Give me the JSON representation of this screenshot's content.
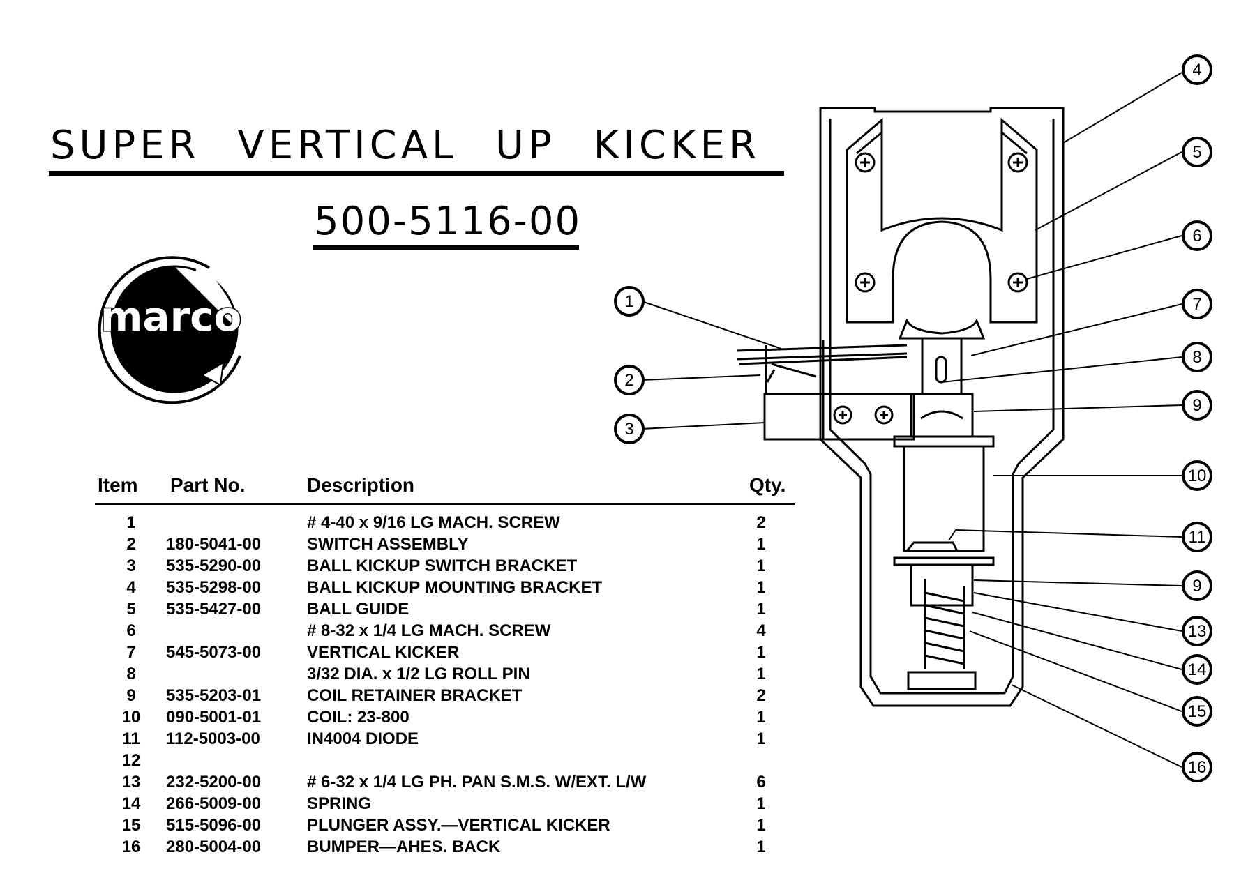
{
  "title": "SUPER VERTICAL UP KICKER",
  "part_number": "500-5116-00",
  "logo_text": "marco",
  "table": {
    "headers": {
      "item": "Item",
      "part": "Part No.",
      "desc": "Description",
      "qty": "Qty."
    },
    "rows": [
      {
        "item": "1",
        "part": "",
        "desc": "# 4-40 x 9/16 LG MACH. SCREW",
        "qty": "2"
      },
      {
        "item": "2",
        "part": "180-5041-00",
        "desc": "SWITCH ASSEMBLY",
        "qty": "1"
      },
      {
        "item": "3",
        "part": "535-5290-00",
        "desc": "BALL KICKUP SWITCH BRACKET",
        "qty": "1"
      },
      {
        "item": "4",
        "part": "535-5298-00",
        "desc": "BALL KICKUP MOUNTING BRACKET",
        "qty": "1"
      },
      {
        "item": "5",
        "part": "535-5427-00",
        "desc": "BALL GUIDE",
        "qty": "1"
      },
      {
        "item": "6",
        "part": "",
        "desc": "# 8-32 x 1/4 LG MACH. SCREW",
        "qty": "4"
      },
      {
        "item": "7",
        "part": "545-5073-00",
        "desc": "VERTICAL KICKER",
        "qty": "1"
      },
      {
        "item": "8",
        "part": "",
        "desc": "3/32 DIA. x 1/2 LG ROLL PIN",
        "qty": "1"
      },
      {
        "item": "9",
        "part": "535-5203-01",
        "desc": "COIL RETAINER BRACKET",
        "qty": "2"
      },
      {
        "item": "10",
        "part": "090-5001-01",
        "desc": "COIL: 23-800",
        "qty": "1"
      },
      {
        "item": "11",
        "part": "112-5003-00",
        "desc": "IN4004 DIODE",
        "qty": "1"
      },
      {
        "item": "12",
        "part": "",
        "desc": "",
        "qty": ""
      },
      {
        "item": "13",
        "part": "232-5200-00",
        "desc": "# 6-32 x 1/4 LG PH. PAN S.M.S. W/EXT. L/W",
        "qty": "6"
      },
      {
        "item": "14",
        "part": "266-5009-00",
        "desc": "SPRING",
        "qty": "1"
      },
      {
        "item": "15",
        "part": "515-5096-00",
        "desc": "PLUNGER ASSY.—VERTICAL KICKER",
        "qty": "1"
      },
      {
        "item": "16",
        "part": "280-5004-00",
        "desc": "BUMPER—AHES. BACK",
        "qty": "1"
      }
    ]
  },
  "callouts": [
    "1",
    "2",
    "3",
    "4",
    "5",
    "6",
    "7",
    "8",
    "9",
    "10",
    "11",
    "9",
    "13",
    "14",
    "15",
    "16"
  ]
}
